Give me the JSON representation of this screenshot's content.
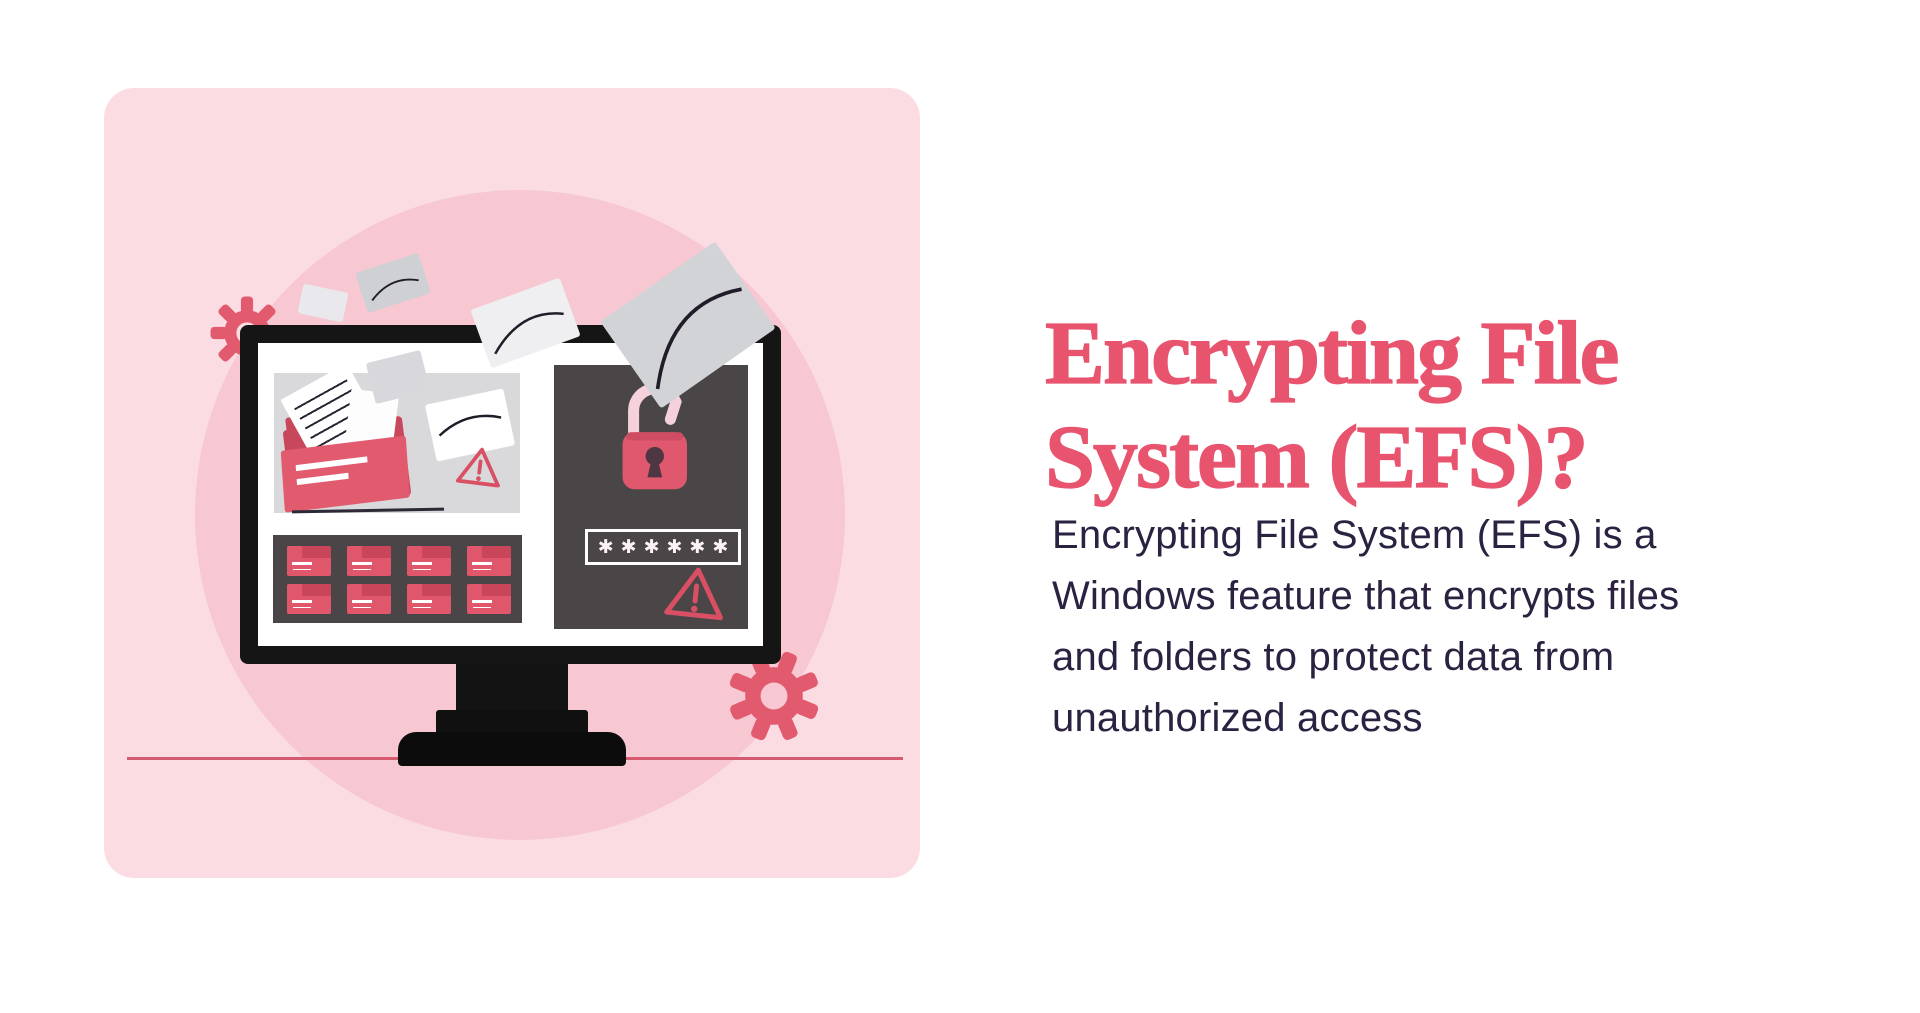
{
  "hero": {
    "title_lines": [
      "Encrypting File",
      "System (EFS)?"
    ],
    "description_lines": [
      "Encrypting File System (EFS) is a",
      "Windows feature that encrypts files",
      "and folders to protect data from",
      "unauthorized access"
    ]
  },
  "illustration": {
    "password_mask": "✱✱✱✱✱✱",
    "folder_grid": {
      "count": 8,
      "columns": 4
    },
    "icons": [
      "gear-icon",
      "folder-icon",
      "unlocked-padlock-icon",
      "warning-triangle-icon",
      "paper-icon",
      "monitor-icon"
    ],
    "colors": {
      "card_background": "#fbdce3",
      "circle_background": "#f7c7d2",
      "accent_red": "#e25a6e",
      "accent_red_dark": "#c9455a",
      "panel_dark": "#4a4647",
      "panel_gray": "#d9d9db",
      "monitor_black": "#151515",
      "divider_line": "#d45a70",
      "title_color": "#e8546e",
      "body_text_color": "#2b2140"
    }
  }
}
